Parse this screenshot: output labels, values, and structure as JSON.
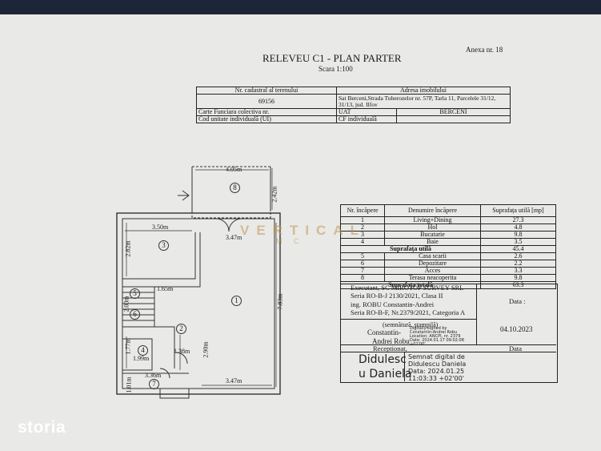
{
  "header": {
    "annex": "Anexa nr. 18",
    "title": "RELEVEU C1 - PLAN PARTER",
    "scale": "Scara 1:100"
  },
  "cadastral": {
    "col_nr_label": "Nr. cadastral al terenului",
    "col_addr_label": "Adresa imobilului",
    "nr_value": "69156",
    "address": "Sat Berceni,Strada Tuberozelor nr. 57P, Tarla 11, Parcelele 31/12, 31/13, jud. Ilfov",
    "cf_label": "Carte Funciara colectiva nr.",
    "uat_label": "UAT",
    "uat_value": "BERCENI",
    "ui_label": "Cod unitate individuală (UI)",
    "cf_ind_label": "CF individuală"
  },
  "rooms": {
    "head_nr": "Nr. încăpere",
    "head_name": "Denumire încăpere",
    "head_area": "Suprafața utilă [mp]",
    "rows": [
      {
        "nr": "1",
        "name": "Living+Dining",
        "area": "27.3"
      },
      {
        "nr": "2",
        "name": "Hol",
        "area": "4.8"
      },
      {
        "nr": "3",
        "name": "Bucatarie",
        "area": "9.8"
      },
      {
        "nr": "4",
        "name": "Baie",
        "area": "3.5"
      }
    ],
    "useful_label": "Suprafața utilă",
    "useful_value": "45.4",
    "rows2": [
      {
        "nr": "5",
        "name": "Casa scarii",
        "area": "2.6"
      },
      {
        "nr": "6",
        "name": "Depozitare",
        "area": "2.2"
      },
      {
        "nr": "7",
        "name": "Acces",
        "area": "3.3"
      },
      {
        "nr": "8",
        "name": "Terasa neacoperita",
        "area": "9.8"
      }
    ],
    "total_label": "Suprafața totală",
    "total_value": "63.3"
  },
  "executant": {
    "line1": "Executant, SC MIROTOP SURVEY SRL",
    "line2": "Seria RO-B-J 2130/2021, Clasa II",
    "line3": "ing. ROBU Constantin-Andrei",
    "line4": "Seria RO-B-F, Nr.2379/2021, Categoria A",
    "data_label": "Data :",
    "stamp_label": "(semnătură, ștampilă)",
    "signer_a": "Constantin-",
    "signer_b": "Andrei Robu",
    "date": "04.10.2023",
    "receptionat": "Receptionat,",
    "data2": "Data",
    "sig_name_a": "Didulesc",
    "sig_name_b": "u Daniela",
    "sig_text1": "Semnat digital de",
    "sig_text2": "Didulescu Daniela",
    "sig_text3": "Data: 2024.01.25",
    "sig_text4": "11:03:33 +02'00'"
  },
  "plan": {
    "d_405": "4.05m",
    "d_242": "2.42m",
    "d_350": "3.50m",
    "d_347a": "3.47m",
    "d_282": "2.82m",
    "d_165": "1.65m",
    "d_783": "7.83m",
    "d_200": "2.00m",
    "d_177": "1.77m",
    "d_199": "1.99m",
    "d_138": "1.38m",
    "d_290": "2.90m",
    "d_336": "3.36m",
    "d_347b": "3.47m",
    "d_101": "1.01m",
    "r1": "1",
    "r2": "2",
    "r3": "3",
    "r4": "4",
    "r5": "5",
    "r6": "6",
    "r7": "7",
    "r8": "8"
  },
  "watermark": {
    "brand": "VERTICAL",
    "sub": "M C"
  },
  "footer_logo": "storia"
}
